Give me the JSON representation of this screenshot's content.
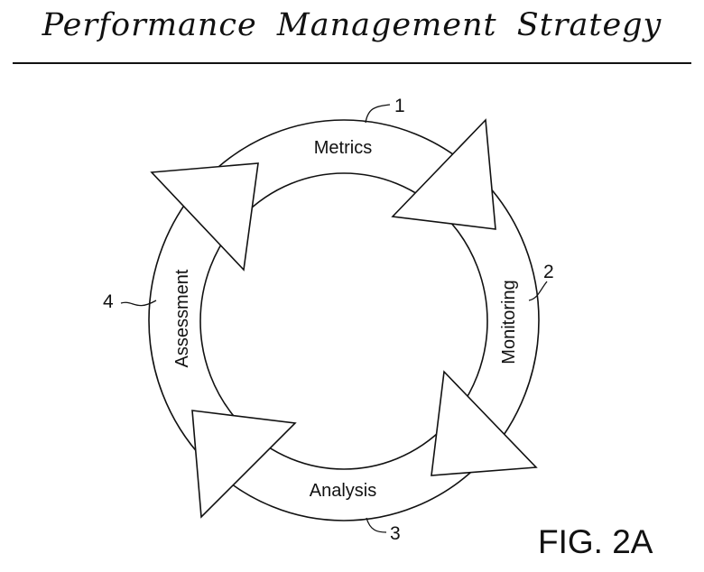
{
  "title": "Performance Management Strategy",
  "figure_label": "FIG. 2A",
  "stages": [
    {
      "label": "Metrics",
      "ref": "1"
    },
    {
      "label": "Monitoring",
      "ref": "2"
    },
    {
      "label": "Analysis",
      "ref": "3"
    },
    {
      "label": "Assessment",
      "ref": "4"
    }
  ]
}
